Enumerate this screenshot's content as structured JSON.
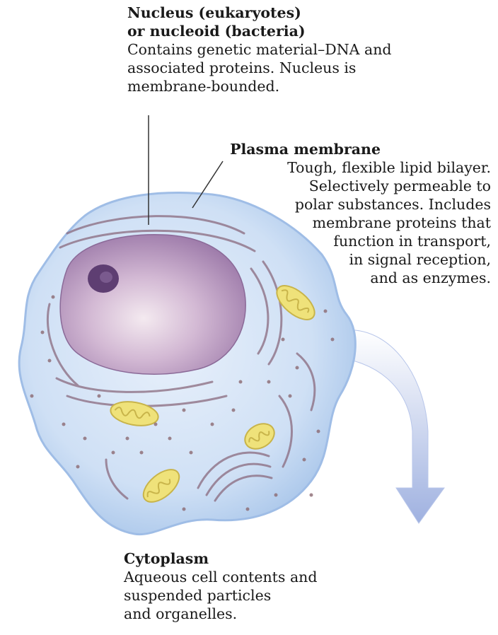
{
  "labels": {
    "nucleus": {
      "title_lines": [
        "Nucleus (eukaryotes)",
        "or nucleoid (bacteria)"
      ],
      "desc_lines": [
        "Contains genetic material–DNA and",
        "associated proteins. Nucleus is",
        "membrane-bounded."
      ]
    },
    "plasma_membrane": {
      "title": "Plasma membrane",
      "desc_lines": [
        "Tough, flexible lipid bilayer.",
        "Selectively permeable to",
        "polar substances. Includes",
        "membrane proteins that",
        "function in transport,",
        "in signal reception,",
        "and as enzymes."
      ]
    },
    "cytoplasm": {
      "title": "Cytoplasm",
      "desc_lines": [
        "Aqueous cell contents and",
        "suspended particles",
        "and organelles."
      ]
    }
  },
  "colors": {
    "cell_fill": "#c9dcf3",
    "cell_edge": "#9fbde6",
    "nucleus": "#b89ac0",
    "nucleolus": "#5e3e72",
    "er": "#8a6a7e",
    "mitochondria": "#efe27a",
    "arrow": "#aebee6"
  }
}
